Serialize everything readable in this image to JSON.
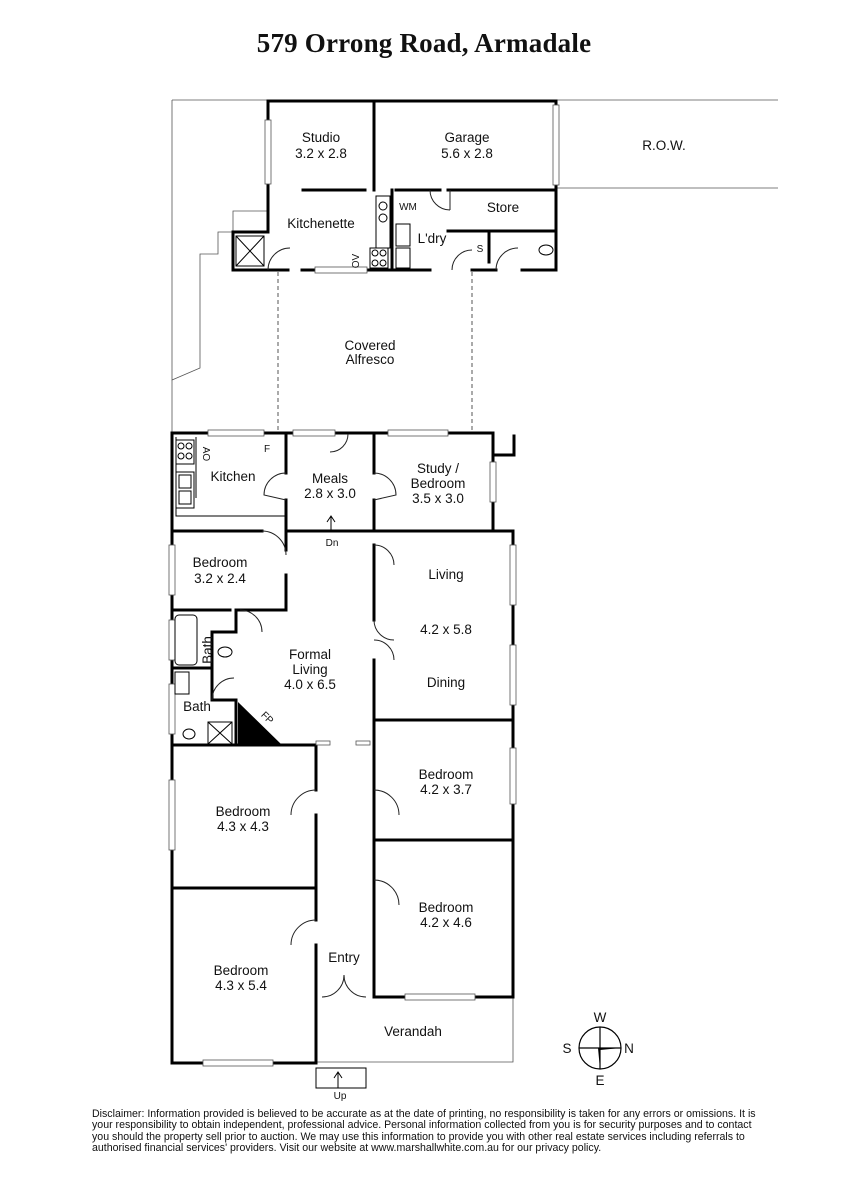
{
  "title": "579 Orrong Road, Armadale",
  "rooms": {
    "studio": {
      "name": "Studio",
      "dims": "3.2 x 2.8"
    },
    "garage": {
      "name": "Garage",
      "dims": "5.6 x 2.8"
    },
    "row": "R.O.W.",
    "store": "Store",
    "wm": "WM",
    "kitchenette": "Kitchenette",
    "ldry": "L'dry",
    "ov": "OV",
    "s": "S",
    "covered_alfresco": [
      "Covered",
      "Alfresco"
    ],
    "kitchen": "Kitchen",
    "f": "F",
    "ao": "AO",
    "meals": {
      "name": "Meals",
      "dims": "2.8 x 3.0"
    },
    "study": {
      "name": "Study /",
      "name2": "Bedroom",
      "dims": "3.5 x 3.0"
    },
    "dn": "Dn",
    "bedroom_1": {
      "name": "Bedroom",
      "dims": "3.2 x 2.4"
    },
    "living": {
      "name": "Living",
      "dims": "4.2 x 5.8",
      "name2": "Dining"
    },
    "bath_1": "Bath",
    "formal_living": {
      "name": "Formal",
      "name2": "Living",
      "dims": "4.0 x 6.5"
    },
    "bath_2": "Bath",
    "fp": "FP",
    "bedroom_2": {
      "name": "Bedroom",
      "dims": "4.2 x 3.7"
    },
    "bedroom_3": {
      "name": "Bedroom",
      "dims": "4.3 x 4.3"
    },
    "bedroom_4": {
      "name": "Bedroom",
      "dims": "4.2 x 4.6"
    },
    "entry": "Entry",
    "bedroom_5": {
      "name": "Bedroom",
      "dims": "4.3 x 5.4"
    },
    "verandah": "Verandah",
    "up": "Up"
  },
  "compass": {
    "n": "N",
    "s": "S",
    "e": "E",
    "w": "W"
  },
  "disclaimer": "Disclaimer: Information provided is believed to be accurate as at the date of printing, no responsibility is taken for any errors or omissions. It is your responsibility to obtain independent, professional advice. Personal information collected from you is for security purposes and to contact you should the property sell prior to auction. We may use this information to provide you with other real estate services including referrals to authorised financial services' providers. Visit our website at www.marshallwhite.com.au for our privacy policy."
}
